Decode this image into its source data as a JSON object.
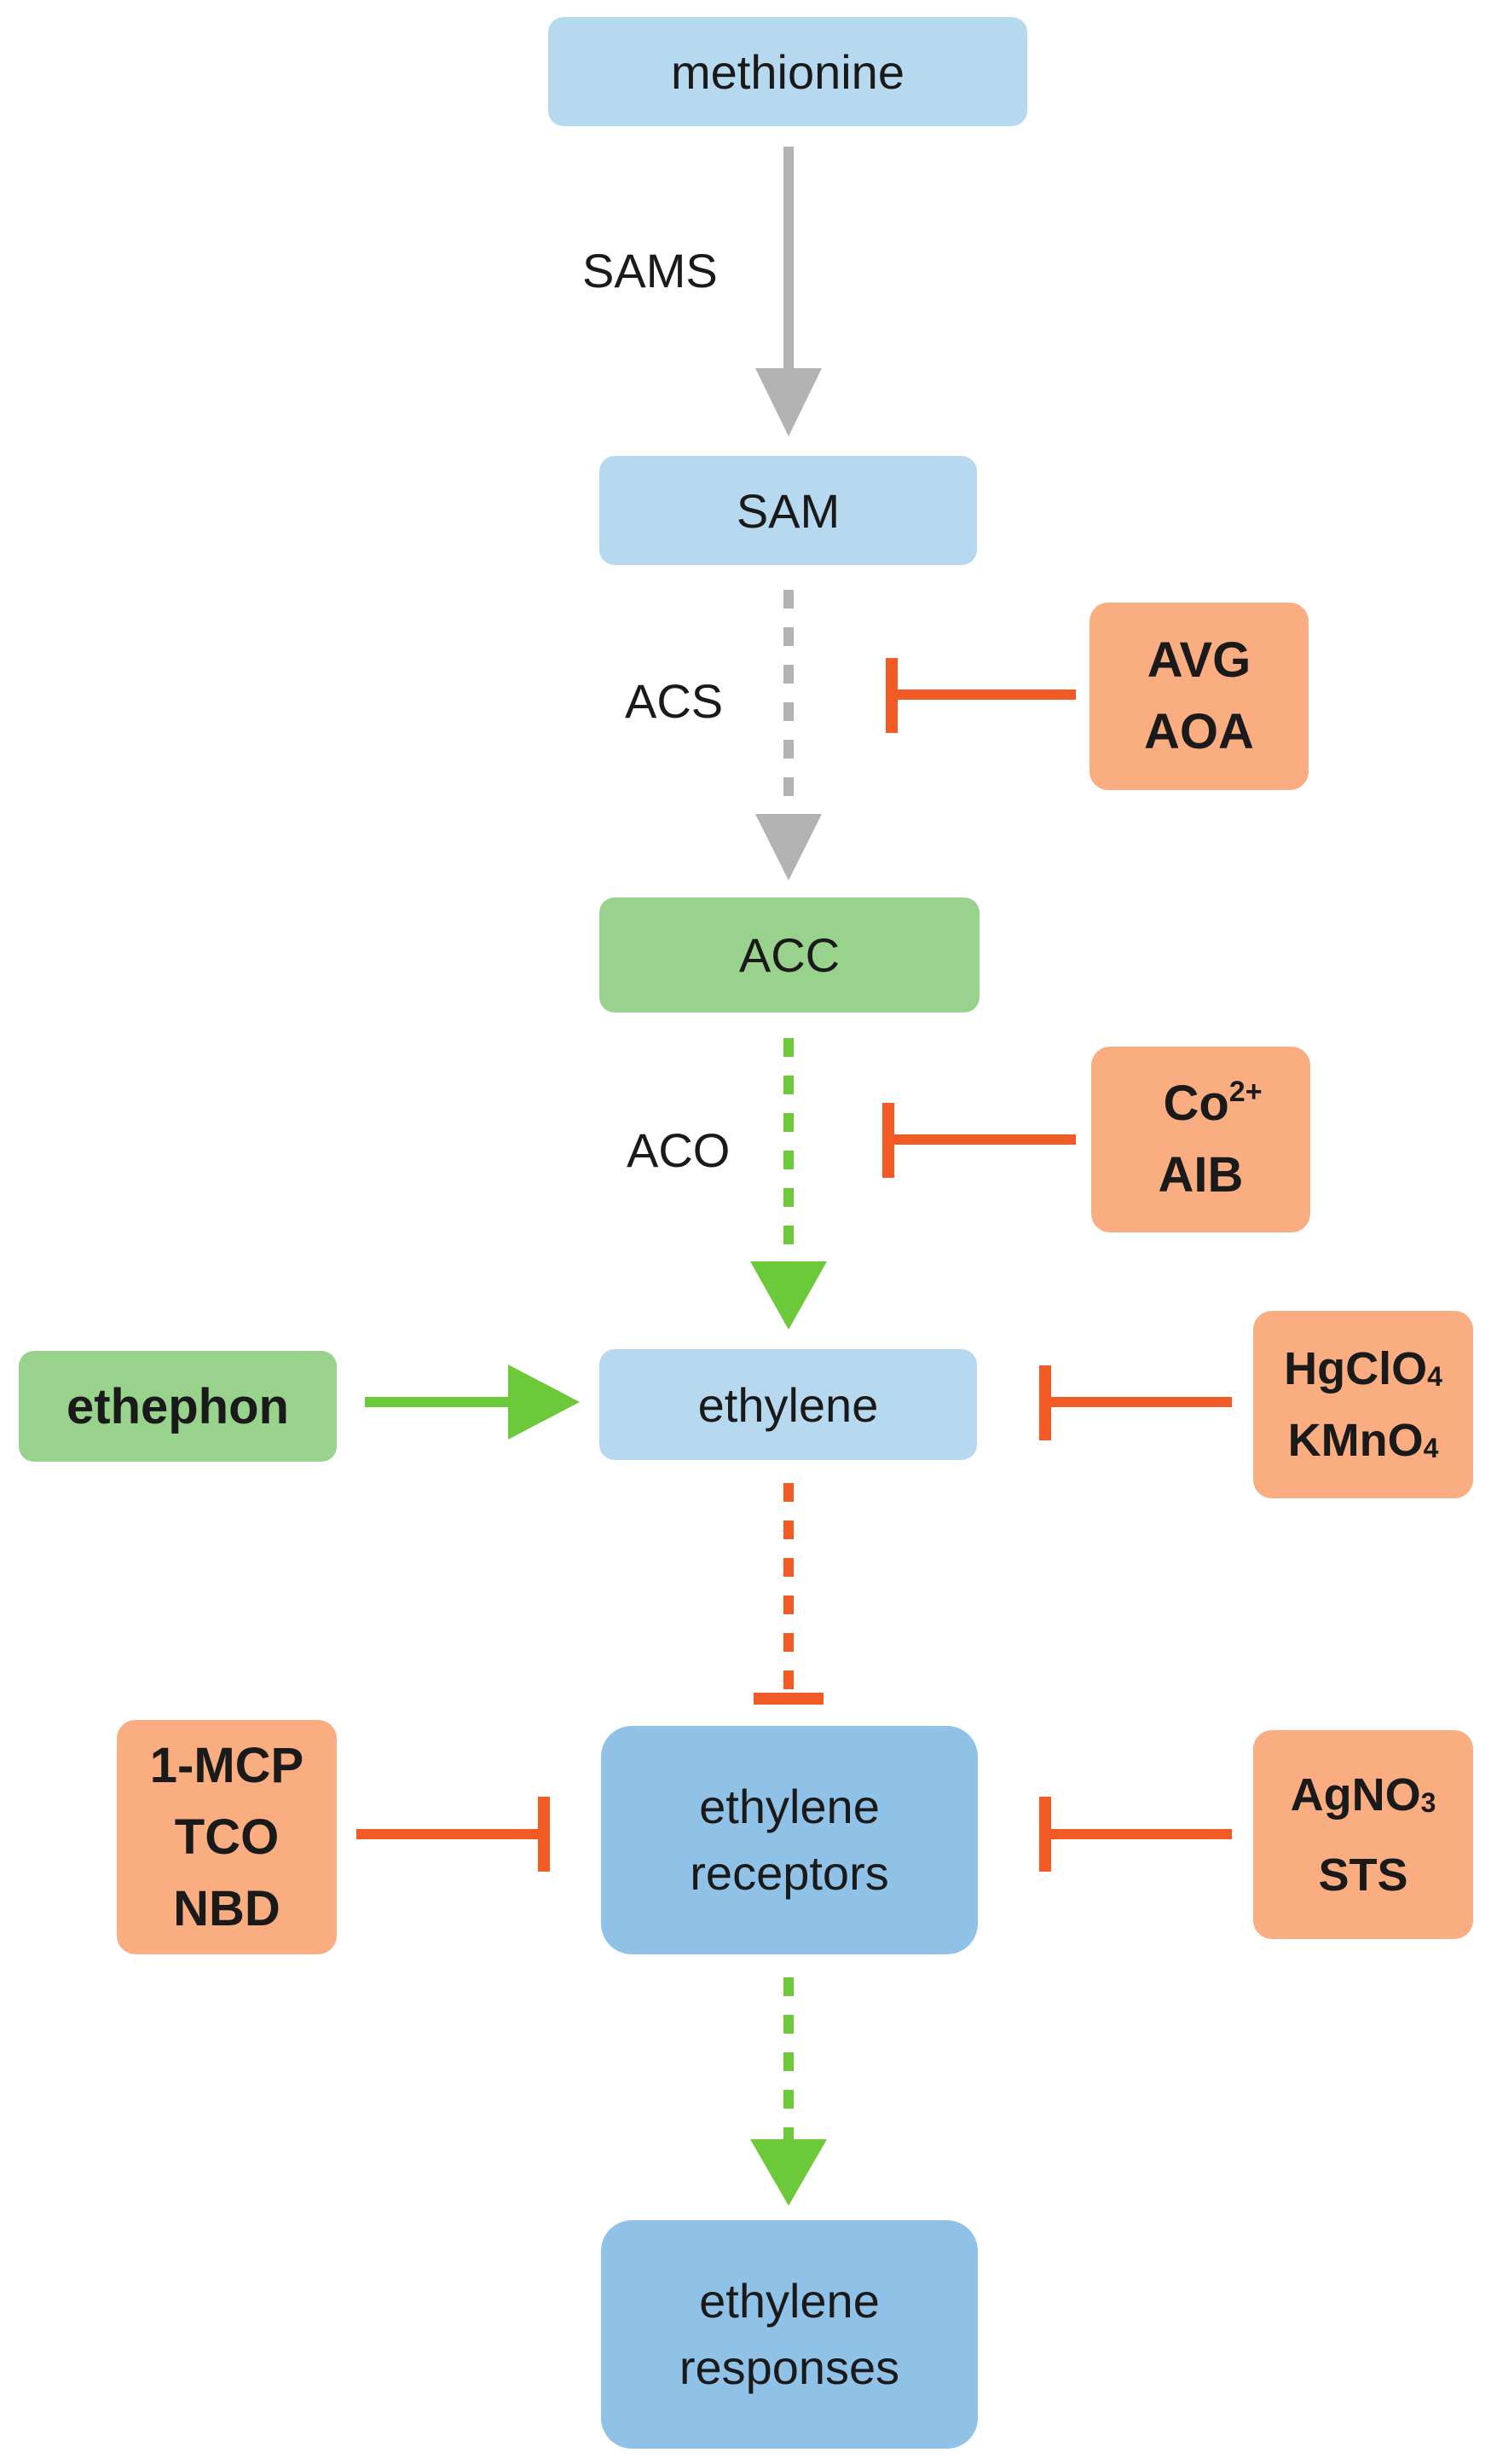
{
  "nodes": {
    "methionine": "methionine",
    "sam": "SAM",
    "acc": "ACC",
    "ethylene": "ethylene",
    "ethephon": "ethephon",
    "receptors_line1": "ethylene",
    "receptors_line2": "receptors",
    "responses_line1": "ethylene",
    "responses_line2": "responses"
  },
  "enzymes": {
    "sams": "SAMS",
    "acs": "ACS",
    "aco": "ACO"
  },
  "inhibitors": {
    "acs": [
      "AVG",
      "AOA"
    ],
    "aco": [
      {
        "base": "Co",
        "sup": "2+"
      },
      {
        "base": "AIB"
      }
    ],
    "ethylene": [
      {
        "base": "HgClO",
        "sub": "4"
      },
      {
        "base": "KMnO",
        "sub": "4"
      }
    ],
    "receptors_left": [
      "1-MCP",
      "TCO",
      "NBD"
    ],
    "receptors_right": [
      {
        "base": "AgNO",
        "sub": "3"
      },
      {
        "base": "STS"
      }
    ]
  },
  "colors": {
    "gray_arrow": "#b3b3b3",
    "green_arrow": "#6cc93a",
    "inhibition": "#f15a24",
    "box_blue_light": "#b7d9f0",
    "box_blue_dark": "#8fc2e6",
    "box_green": "#98d28d",
    "box_orange": "#f9ad80"
  }
}
